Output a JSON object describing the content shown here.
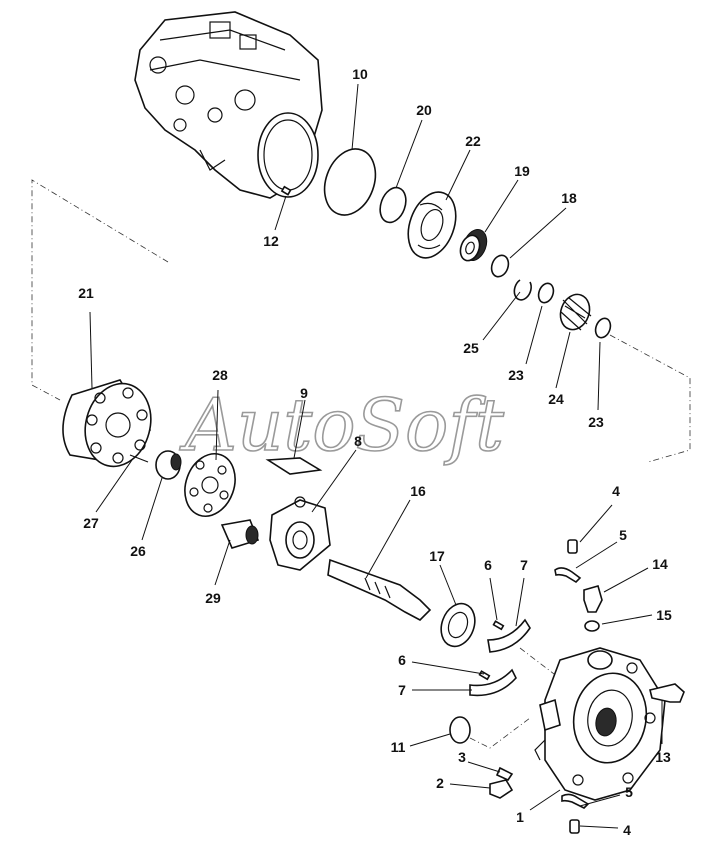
{
  "watermark": "AutoSoft",
  "callouts": [
    {
      "id": "c10",
      "label": "10"
    },
    {
      "id": "c20",
      "label": "20"
    },
    {
      "id": "c22",
      "label": "22"
    },
    {
      "id": "c19",
      "label": "19"
    },
    {
      "id": "c18",
      "label": "18"
    },
    {
      "id": "c12",
      "label": "12"
    },
    {
      "id": "c21",
      "label": "21"
    },
    {
      "id": "c25",
      "label": "25"
    },
    {
      "id": "c23a",
      "label": "23"
    },
    {
      "id": "c24",
      "label": "24"
    },
    {
      "id": "c23b",
      "label": "23"
    },
    {
      "id": "c28",
      "label": "28"
    },
    {
      "id": "c9",
      "label": "9"
    },
    {
      "id": "c8",
      "label": "8"
    },
    {
      "id": "c16",
      "label": "16"
    },
    {
      "id": "c27",
      "label": "27"
    },
    {
      "id": "c26",
      "label": "26"
    },
    {
      "id": "c29",
      "label": "29"
    },
    {
      "id": "c17",
      "label": "17"
    },
    {
      "id": "c6a",
      "label": "6"
    },
    {
      "id": "c7a",
      "label": "7"
    },
    {
      "id": "c4a",
      "label": "4"
    },
    {
      "id": "c5a",
      "label": "5"
    },
    {
      "id": "c14",
      "label": "14"
    },
    {
      "id": "c15",
      "label": "15"
    },
    {
      "id": "c6b",
      "label": "6"
    },
    {
      "id": "c7b",
      "label": "7"
    },
    {
      "id": "c11",
      "label": "11"
    },
    {
      "id": "c3",
      "label": "3"
    },
    {
      "id": "c2",
      "label": "2"
    },
    {
      "id": "c13",
      "label": "13"
    },
    {
      "id": "c5b",
      "label": "5"
    },
    {
      "id": "c1",
      "label": "1"
    },
    {
      "id": "c4b",
      "label": "4"
    }
  ]
}
